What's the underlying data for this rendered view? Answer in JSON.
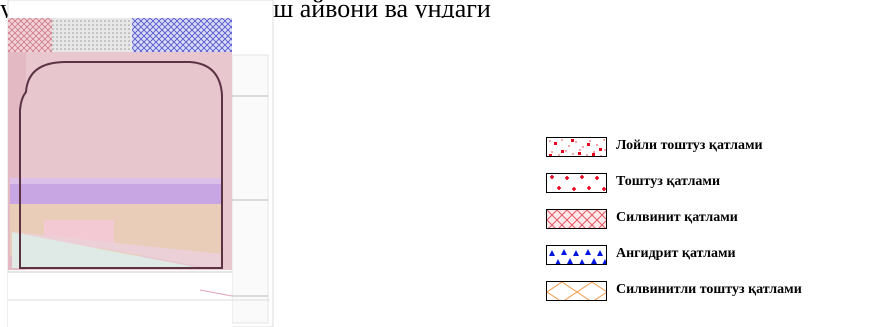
{
  "caption": "урилган ер ости қўриқлаш айвони ва ундаги",
  "legend": {
    "items": [
      {
        "label": "Лойли тоштуз қатлами",
        "pattern": "red-dotted-stipple",
        "color": "#e8001c"
      },
      {
        "label": "Тоштуз қатлами",
        "pattern": "red-dots",
        "color": "#e8001c"
      },
      {
        "label": "Силвинит қатлами",
        "pattern": "red-crosshatch",
        "color": "#e35a66"
      },
      {
        "label": "Ангидрит қатлами",
        "pattern": "blue-triangles",
        "color": "#0016e0"
      },
      {
        "label": "Силвинитли тоштуз қатлами",
        "pattern": "orange-diamond",
        "color": "#f29a4a"
      }
    ]
  },
  "section": {
    "colors": {
      "background": "#e9c7cf",
      "stripe_purple": "#c7a6e3",
      "stripe_tan": "#e9cdb8",
      "outline": "#5c3342",
      "blue_pattern": "#5458c9",
      "red_pattern": "#d07a86"
    }
  }
}
